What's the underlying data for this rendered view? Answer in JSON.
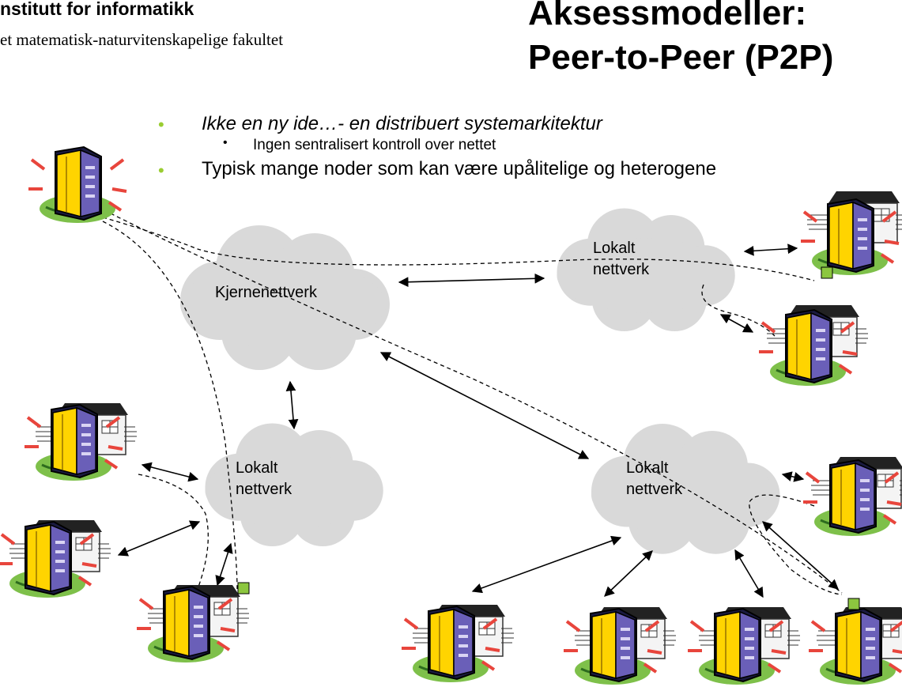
{
  "header": {
    "institute": "nstitutt for informatikk",
    "faculty": "et matematisk-naturvitenskapelige fakultet"
  },
  "title": {
    "line1": "Aksessmodeller:",
    "line2": "Peer-to-Peer (P2P)"
  },
  "bullets": [
    {
      "text": "Ikke en ny ide…- en distribuert systemarkitektur",
      "level": 1,
      "italic": true
    },
    {
      "text": "Ingen sentralisert kontroll over nettet",
      "level": 2
    },
    {
      "text": "Typisk mange noder som kan være upålitelige og heterogene",
      "level": 1
    }
  ],
  "clouds": {
    "core": "Kjernenettverk",
    "local_right_top": [
      "Lokalt",
      "nettverk"
    ],
    "local_left": [
      "Lokalt",
      "nettverk"
    ],
    "local_right_bottom": [
      "Lokalt",
      "nettverk"
    ]
  },
  "icons": {
    "node": "server-tower-icon",
    "house": "house-icon",
    "marker": "green-square-icon"
  },
  "colors": {
    "bullet_level1": "#9acd32",
    "cloud": "#d9d9d9",
    "server_body": "#6a5fb8",
    "server_front": "#ffd400",
    "burst": "#e8453c",
    "ground": "#7ec04a",
    "marker": "#8cc63f"
  }
}
